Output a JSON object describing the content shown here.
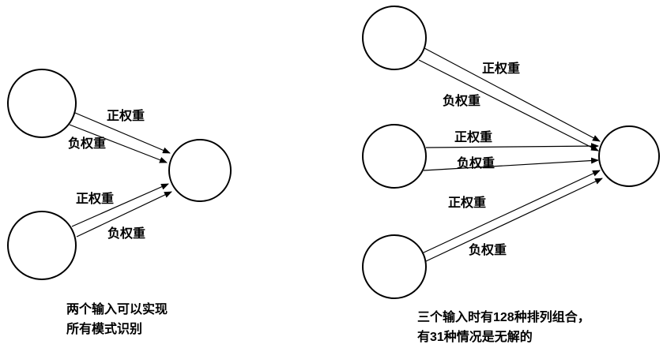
{
  "diagram_colors": {
    "stroke": "#000000",
    "background": "#ffffff"
  },
  "left_diagram": {
    "edges": [
      {
        "id": "top-positive",
        "label": "正权重"
      },
      {
        "id": "top-negative",
        "label": "负权重"
      },
      {
        "id": "bottom-positive",
        "label": "正权重"
      },
      {
        "id": "bottom-negative",
        "label": "负权重"
      }
    ],
    "caption": [
      "两个输入可以实现",
      "所有模式识别"
    ]
  },
  "right_diagram": {
    "edges": [
      {
        "id": "top-positive",
        "label": "正权重"
      },
      {
        "id": "top-negative",
        "label": "负权重"
      },
      {
        "id": "middle-positive",
        "label": "正权重"
      },
      {
        "id": "middle-negative",
        "label": "负权重"
      },
      {
        "id": "bottom-positive",
        "label": "正权重"
      },
      {
        "id": "bottom-negative",
        "label": "负权重"
      }
    ],
    "caption": [
      "三个输入时有128种排列组合，",
      "有31种情况是无解的"
    ]
  }
}
